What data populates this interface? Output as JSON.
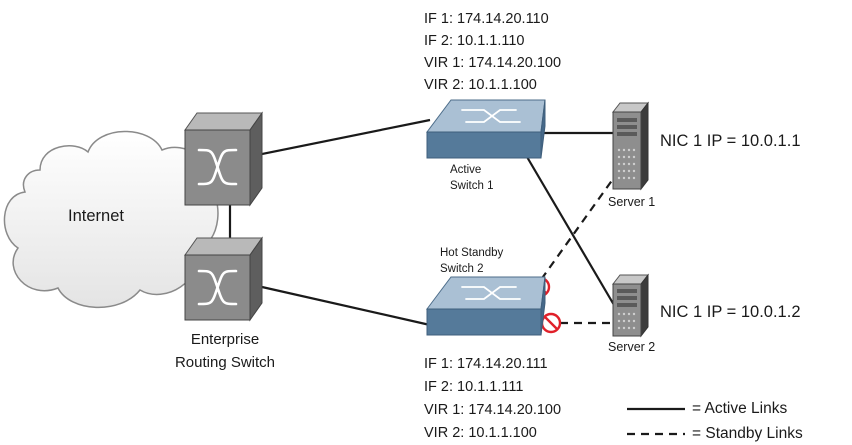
{
  "cloud": {
    "label": "Internet"
  },
  "enterprise": {
    "label_line1": "Enterprise",
    "label_line2": "Routing Switch"
  },
  "switch1": {
    "ip_lines": [
      "IF 1: 174.14.20.110",
      "IF 2: 10.1.1.110",
      "VIR 1: 174.14.20.100",
      "VIR 2: 10.1.1.100"
    ],
    "label_line1": "Active",
    "label_line2": "Switch 1"
  },
  "switch2": {
    "ip_lines": [
      "IF 1: 174.14.20.111",
      "IF 2: 10.1.1.111",
      "VIR 1: 174.14.20.100",
      "VIR 2: 10.1.1.100"
    ],
    "label_line1": "Hot Standby",
    "label_line2": "Switch 2"
  },
  "server1": {
    "label": "Server 1",
    "nic": "NIC 1 IP = 10.0.1.1"
  },
  "server2": {
    "label": "Server 2",
    "nic": "NIC 1 IP = 10.0.1.2"
  },
  "legend": {
    "active": "= Active Links",
    "standby": "= Standby Links"
  },
  "colors": {
    "switch_top": "#aac0d4",
    "switch_side": "#557a9a",
    "router_face": "#8b8b8b",
    "router_dark": "#5e5e5e",
    "blocked": "#e0202a",
    "line": "#1a1a1a"
  }
}
